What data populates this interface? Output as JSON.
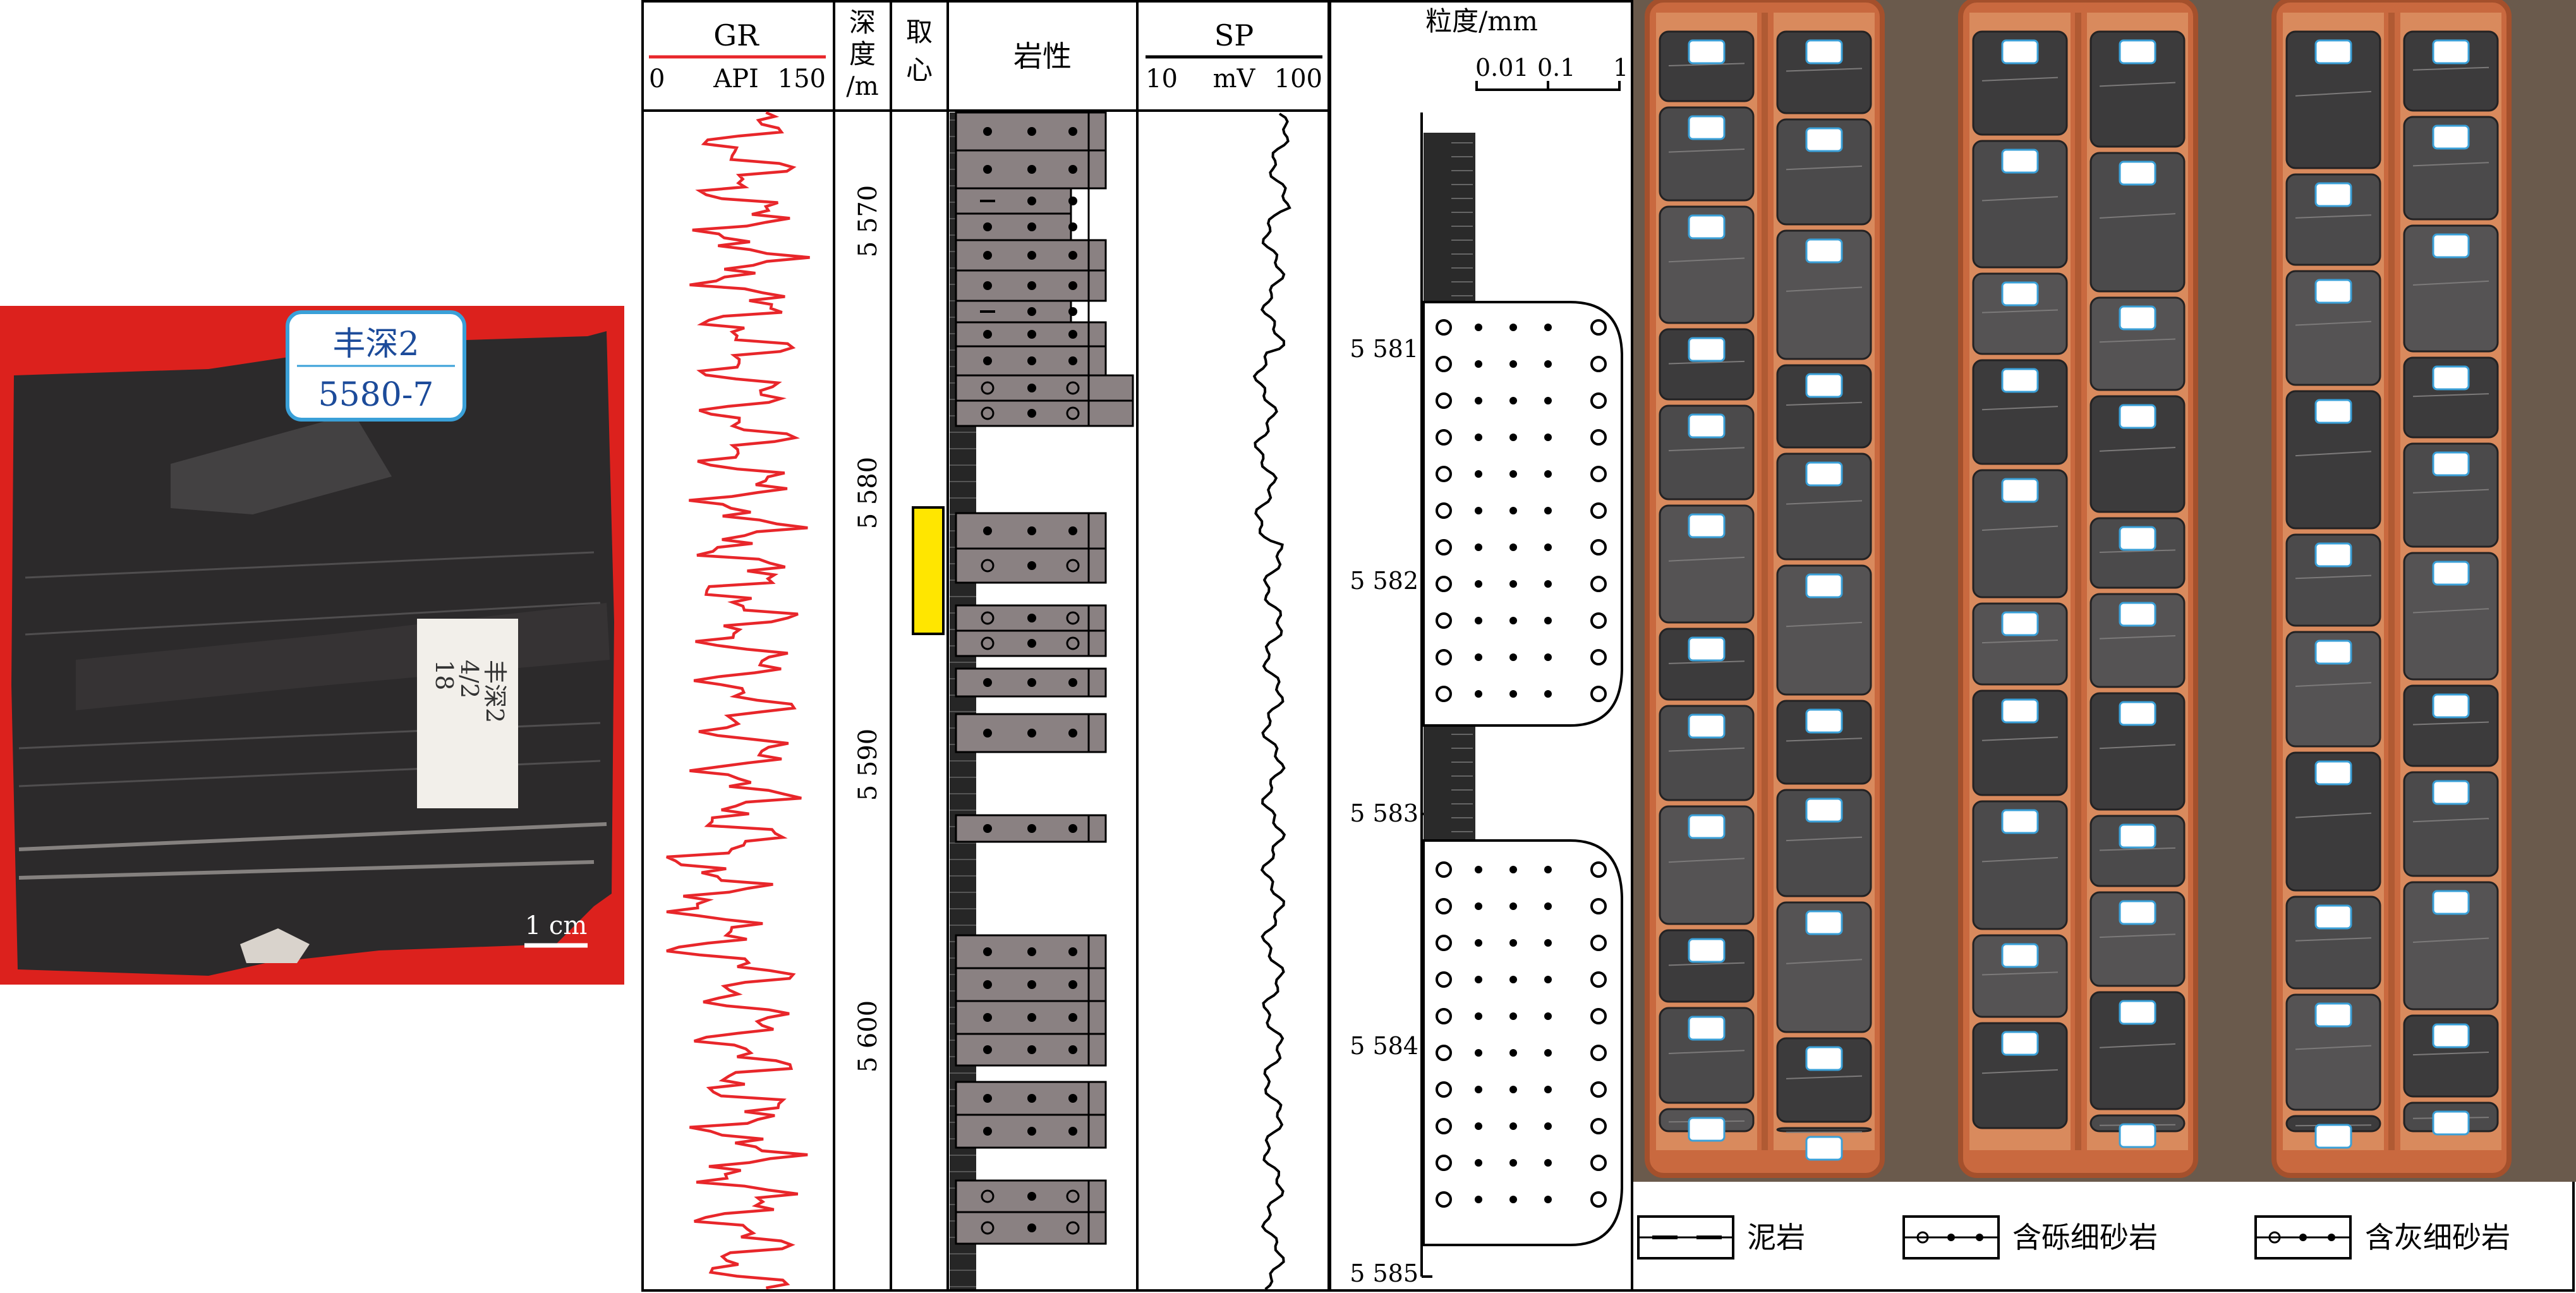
{
  "core_photo": {
    "label_line1": "丰深2",
    "label_line2": "5580-7",
    "paper_line1": "丰深2",
    "paper_line2": "4/2",
    "paper_line3": "18",
    "scale_label": "1 cm"
  },
  "log": {
    "gr_title": "GR",
    "gr_unit": "API",
    "gr_min": "0",
    "gr_max": "150",
    "depth_title_1": "深",
    "depth_title_2": "度",
    "depth_title_3": "/m",
    "core_title_1": "取",
    "core_title_2": "心",
    "lith_title": "岩性",
    "sp_title": "SP",
    "sp_unit": "mV",
    "sp_min": "10",
    "sp_max": "100",
    "depth_ticks": [
      "5 570",
      "5 580",
      "5 590",
      "5 600"
    ],
    "colors": {
      "gr_curve": "#e8262a",
      "core_marker": "#ffe600",
      "lith_fill": "#8a8182"
    }
  },
  "grain": {
    "title": "粒度/mm",
    "scale_labels": [
      "0.01",
      "0.1",
      "1"
    ],
    "depth_ticks": [
      "5 581",
      "5 582",
      "5 583",
      "5 584",
      "5 585"
    ]
  },
  "legend": {
    "items": [
      {
        "symbol": "mudstone",
        "label": "泥岩"
      },
      {
        "symbol": "pebbly-fine-sandstone",
        "label": "含砾细砂岩"
      },
      {
        "symbol": "calcareous-fine-sandstone",
        "label": "含灰细砂岩"
      }
    ]
  }
}
